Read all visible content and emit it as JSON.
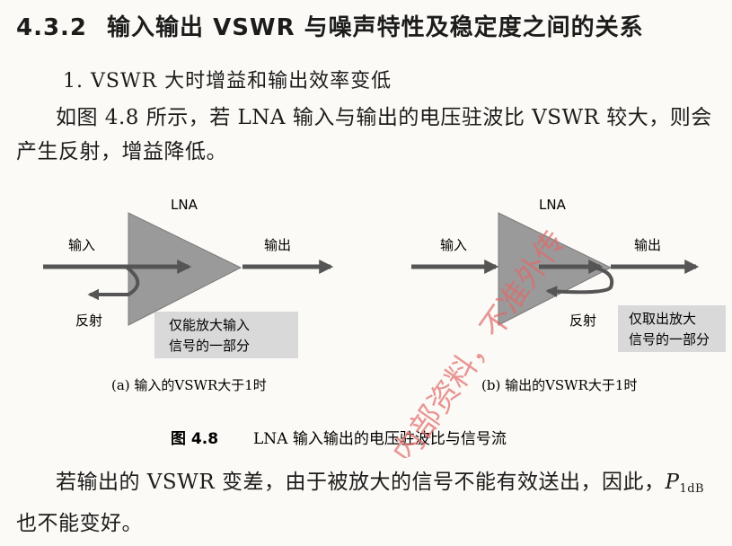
{
  "section": {
    "number": "4.3.2",
    "title": "输入输出 VSWR 与噪声特性及稳定度之间的关系"
  },
  "subsection": {
    "title": "1. VSWR 大时增益和输出效率变低"
  },
  "paragraphs": {
    "p1": "如图 4.8 所示，若 LNA 输入与输出的电压驻波比 VSWR 较大，则会产生反射，增益降低。",
    "p2_before": "若输出的 VSWR 变差，由于被放大的信号不能有效送出，因此，",
    "p2_var": "P",
    "p2_sub": "1dB",
    "p2_after": "也不能变好。"
  },
  "figure": {
    "label": "图 4.8",
    "caption": "LNA 输入输出的电压驻波比与信号流",
    "left_panel": {
      "amp_label": "LNA",
      "input_label": "输入",
      "output_label": "输出",
      "reflect_label": "反射",
      "note_line1": "仅能放大输入",
      "note_line2": "信号的一部分",
      "caption": "(a) 输入的VSWR大于1时"
    },
    "right_panel": {
      "amp_label": "LNA",
      "input_label": "输入",
      "output_label": "输出",
      "reflect_label": "反射",
      "note_line1": "仅取出放大",
      "note_line2": "信号的一部分",
      "caption": "(b) 输出的VSWR大于1时"
    }
  },
  "watermark": "内部资料，不准外传",
  "colors": {
    "watermark": "#e06a6a",
    "amp_fill": "#9a9a9a",
    "note_bg": "#d9d9d9",
    "arrow": "#555555"
  }
}
